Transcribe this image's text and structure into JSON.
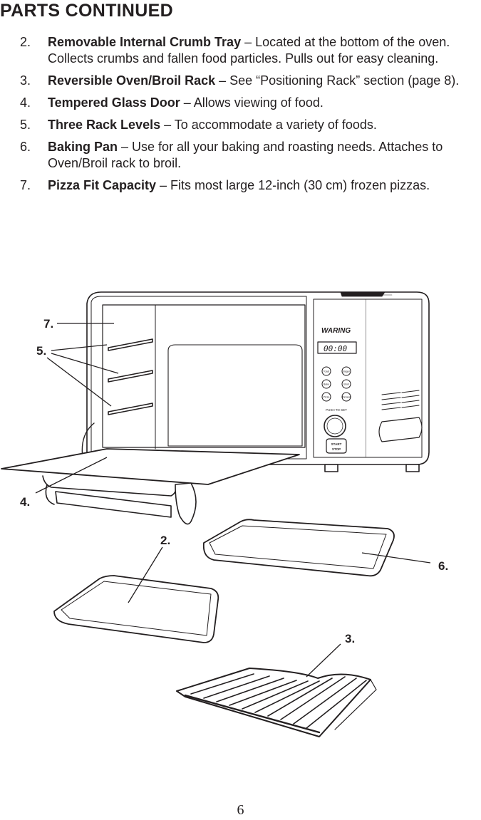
{
  "heading": "PARTS CONTINUED",
  "parts": [
    {
      "number": "2.",
      "name": "Removable Internal Crumb Tray",
      "description": " – Located at the bottom of the oven. Collects crumbs and fallen food particles. Pulls out for easy cleaning."
    },
    {
      "number": "3.",
      "name": "Reversible Oven/Broil Rack",
      "description": " – See “Positioning Rack” section (page 8)."
    },
    {
      "number": "4.",
      "name": "Tempered Glass Door",
      "description": " – Allows viewing of food."
    },
    {
      "number": "5.",
      "name": "Three Rack Levels",
      "description": " – To accommodate a variety of foods."
    },
    {
      "number": "6.",
      "name": "Baking Pan",
      "description": " – Use for all your baking and roasting needs. Attaches to Oven/Broil rack to broil."
    },
    {
      "number": "7.",
      "name": "Pizza Fit Capacity",
      "description": " – Fits most large 12-inch (30 cm) frozen pizzas."
    }
  ],
  "diagram": {
    "brand": "WARING",
    "display": "00:00",
    "buttons": [
      "Toast",
      "Bagel",
      "Bake",
      "Broil",
      "Pizza",
      "Reheat"
    ],
    "knob_label": "PUSH TO SET",
    "start_label": "START",
    "stop_label": "STOP",
    "callouts": {
      "c7": "7.",
      "c5": "5.",
      "c4": "4.",
      "c2": "2.",
      "c6": "6.",
      "c3": "3."
    }
  },
  "page_number": "6"
}
